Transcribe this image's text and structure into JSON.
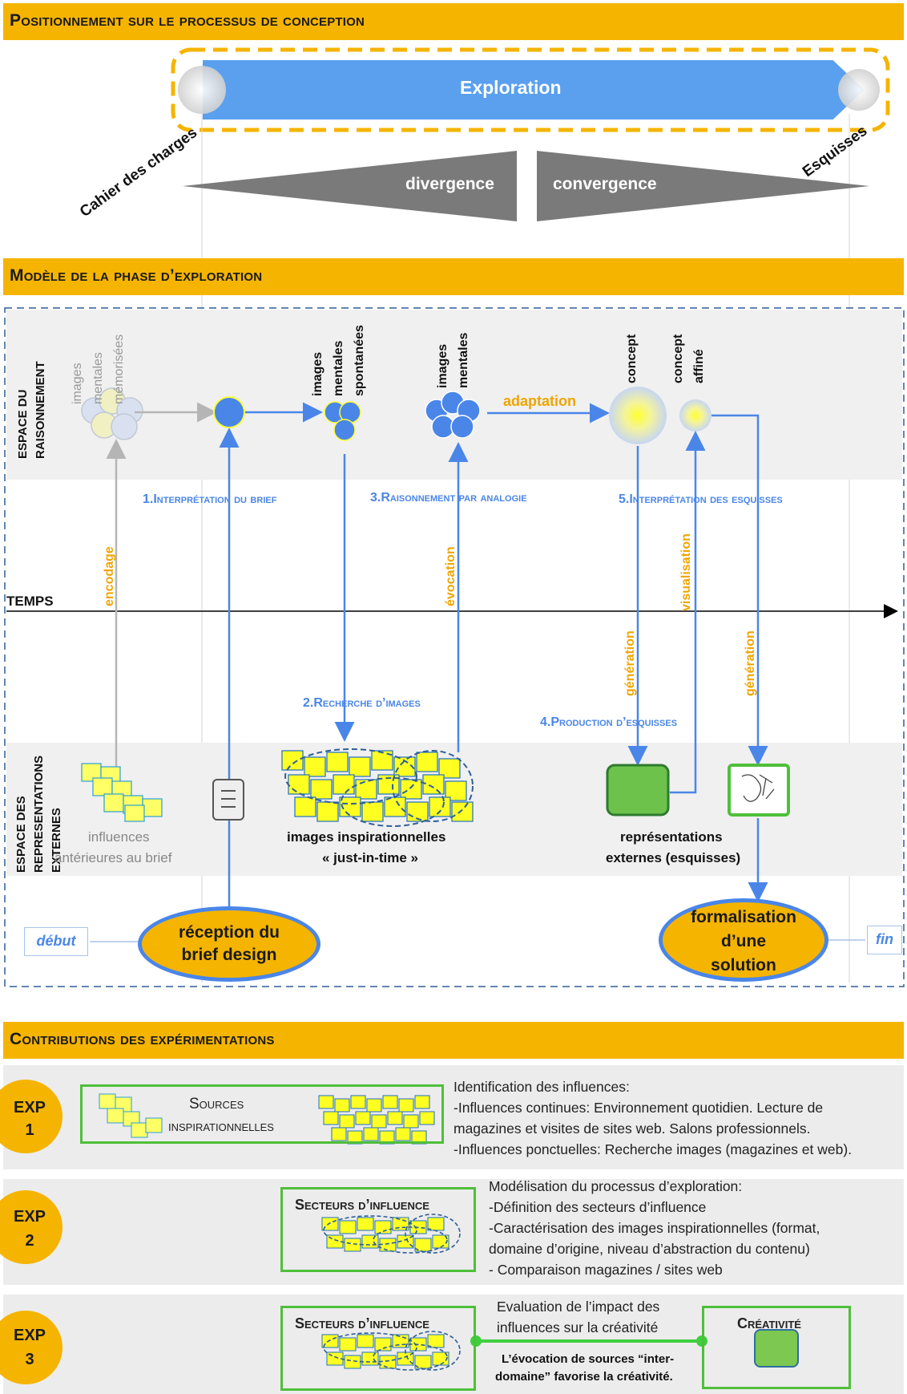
{
  "section1": {
    "title": "Positionnement sur le processus de conception",
    "arrow_label": "Exploration",
    "start_label": "Cahier des charges",
    "end_label": "Esquisses",
    "divergence": "divergence",
    "convergence": "convergence"
  },
  "section2": {
    "title": "Modèle de la phase d’exploration",
    "zone_top": "ESPACE DU RAISONNEMENT",
    "zone_bottom": "ESPACE DES REPRESENTATIONS EXTERNES",
    "time_label": "TEMPS",
    "mental_memorized": [
      "images",
      "mentales",
      "mémorisées"
    ],
    "mental_spontaneous": [
      "images",
      "mentales",
      "spontanées"
    ],
    "mental": [
      "images",
      "mentales"
    ],
    "concept": "concept",
    "concept_refined": [
      "concept",
      "affiné"
    ],
    "adaptation": "adaptation",
    "step1": "1.Interprétation du brief",
    "step2": "2.Recherche d’images",
    "step3": "3.Raisonnement par analogie",
    "step4": "4.Production d’esquisses",
    "step5": "5.Interprétation des esquisses",
    "encodage": "encodage",
    "evocation": "évocation",
    "visualisation": "visualisation",
    "generation": "génération",
    "influences": [
      "influences",
      "antérieures au brief"
    ],
    "images_insp": [
      "images inspirationnelles",
      "« just-in-time »"
    ],
    "reps_ext": [
      "représentations",
      "externes (esquisses)"
    ],
    "debut": "début",
    "fin": "fin",
    "reception": [
      "réception du",
      "brief design"
    ],
    "formalisation": [
      "formalisation",
      "d’une",
      "solution"
    ]
  },
  "section3": {
    "title": "Contributions des expérimentations",
    "exp1": {
      "label": [
        "EXP",
        "1"
      ],
      "box": [
        "Sources",
        "inspirationnelles"
      ],
      "lines": [
        "Identification des influences:",
        "-Influences continues: Environnement quotidien.  Lecture de",
        "magazines et visites de sites web. Salons professionnels.",
        "-Influences ponctuelles: Recherche images (magazines et web)."
      ]
    },
    "exp2": {
      "label": [
        "EXP",
        "2"
      ],
      "box": "Secteurs d’influence",
      "lines": [
        "Modélisation du processus d’exploration:",
        "-Définition des secteurs d’influence",
        "-Caractérisation des images inspirationnelles (format,",
        "domaine d’origine, niveau d’abstraction du contenu)",
        "- Comparaison magazines / sites web"
      ]
    },
    "exp3": {
      "label": [
        "EXP",
        "3"
      ],
      "box": "Secteurs d’influence",
      "impact": [
        "Evaluation de l’impact des",
        "influences sur la créativité"
      ],
      "conclusion": [
        "L’évocation de sources “inter-",
        "domaine” favorise la créativité."
      ],
      "creativity": "Créativité"
    }
  },
  "colors": {
    "band": "#f5b400",
    "blue": "#4a86e8",
    "orange_text": "#f0a500",
    "green": "#6cc24a",
    "yellow": "#ffff33"
  }
}
